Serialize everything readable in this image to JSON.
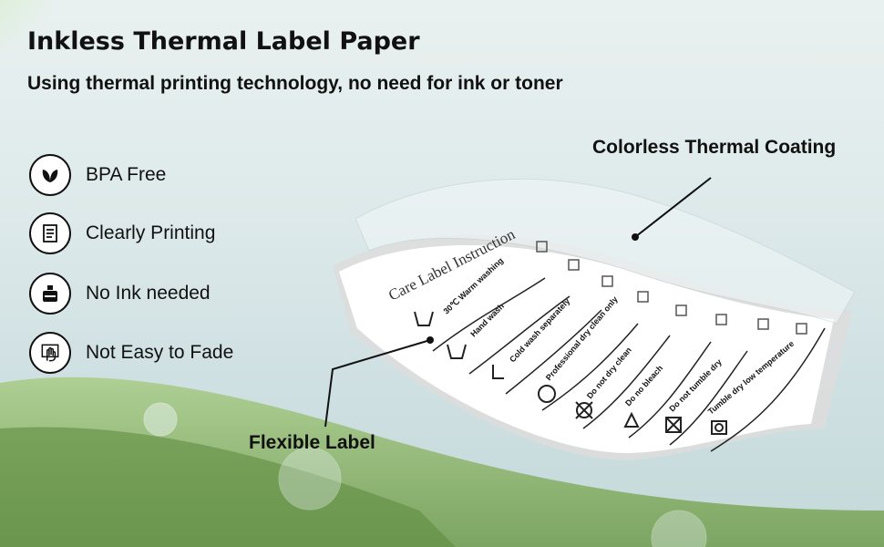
{
  "title": "Inkless Thermal Label Paper",
  "subtitle": "Using thermal printing technology, no need for ink or toner",
  "features": [
    {
      "icon": "leaf-icon",
      "label": "BPA Free"
    },
    {
      "icon": "document-icon",
      "label": "Clearly Printing"
    },
    {
      "icon": "ink-bottle-icon",
      "label": "No Ink needed"
    },
    {
      "icon": "hand-fade-icon",
      "label": "Not Easy to Fade"
    }
  ],
  "callouts": {
    "coating": "Colorless Thermal Coating",
    "label": "Flexible Label"
  },
  "care_label": {
    "heading": "Care Label Instruction",
    "items": [
      "30℃ Warm washing",
      "Hand wash",
      "Cold wash separately",
      "Professional dry clean only",
      "Do not dry clean",
      "Do no bleach",
      "Do not tumble dry",
      "Tumble dry low temperature"
    ]
  }
}
